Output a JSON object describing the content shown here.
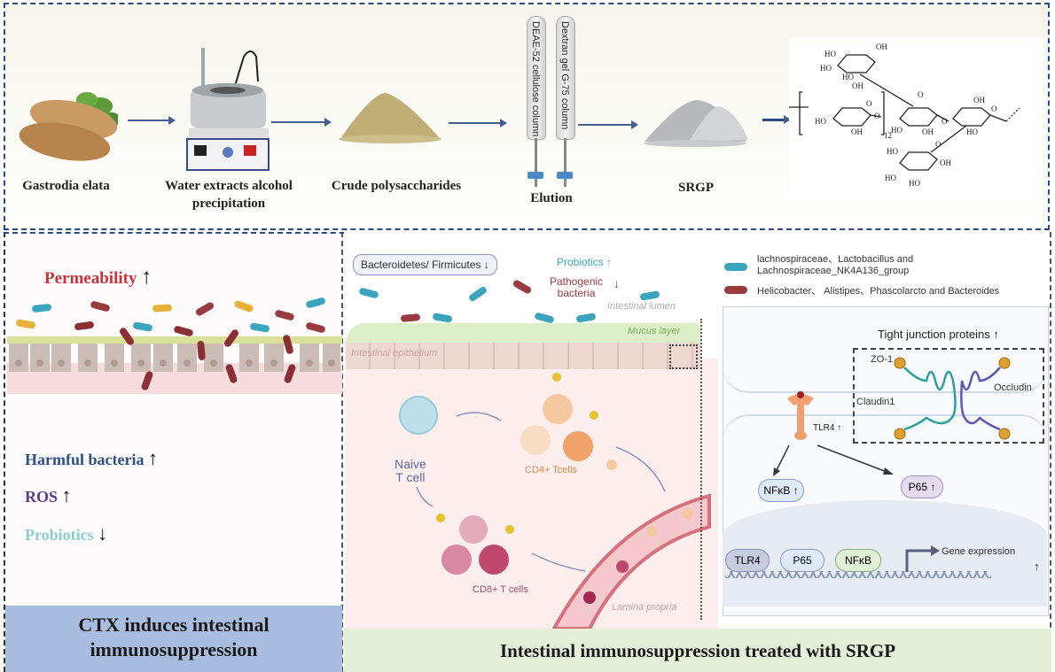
{
  "top_panel": {
    "steps": [
      {
        "label": "Gastrodia elata"
      },
      {
        "label": "Water extracts alcohol precipitation"
      },
      {
        "label": "Crude polysaccharides"
      },
      {
        "label": "Elution"
      },
      {
        "label": "SRGP"
      }
    ],
    "columns": [
      {
        "label": "DEAE-52 cellulose column"
      },
      {
        "label": "Dextran gel G-75 column"
      }
    ],
    "structure": {
      "labels": [
        "OH",
        "HO",
        "O",
        "OH",
        "HO",
        "OH",
        "O",
        "12",
        "HO",
        "OH",
        "O",
        "OH",
        "HO",
        "O",
        "HO",
        "OH",
        "HO",
        "HO",
        "HO",
        "OH",
        "O"
      ],
      "repeat_subscript": "12"
    }
  },
  "left_panel": {
    "permeability": {
      "label": "Permeability",
      "arrow": "↑"
    },
    "indicators": [
      {
        "label": "Harmful bacteria",
        "arrow": "↑",
        "color": "#2f4f8a"
      },
      {
        "label": "ROS",
        "arrow": "↑",
        "color": "#5a3d8a"
      },
      {
        "label": "Probiotics",
        "arrow": "↓",
        "color": "#8ccfcf"
      }
    ],
    "footer": {
      "line1": "CTX induces intestinal",
      "line2": "immunosuppression"
    }
  },
  "right_panel": {
    "ratio_badge": {
      "label": "Bacteroidetes/ Firmicutes",
      "arrow": "↓"
    },
    "probiotics": {
      "label": "Probiotics",
      "arrow": "↑"
    },
    "pathogenic": {
      "line1": "Pathogenic",
      "line2": "bacteria",
      "arrow": "↓"
    },
    "regions": {
      "lumen": "Intestinal lumen",
      "mucus": "Mucus layer",
      "epithelium": "Intestinal epithelium",
      "lamina": "Lamina propria"
    },
    "legend": [
      {
        "line1": "lachnospiraceae、Lactobacillus and",
        "line2": "Lachnospiraceae_NK4A136_group",
        "color": "#3ba5bd"
      },
      {
        "line1": "Helicobacter、 Alistipes、Phascolarcto and Bacteroides",
        "line2": "",
        "color": "#9a3b3f"
      }
    ],
    "cells": {
      "naive": {
        "line1": "Naive",
        "line2": "T cell"
      },
      "cd4": "CD4+ Tcells",
      "cd8": "CD8+ T cells"
    },
    "inset": {
      "title": "Tight junction proteins",
      "title_arrow": "↑",
      "zo1": "ZO-1",
      "claudin": "Claudin1",
      "occludin": "Occludin",
      "tlr4": "TLR4",
      "tlr4_arrow": "↑",
      "nfkb": "NFκB",
      "nfkb_arrow": "↑",
      "p65": "P65",
      "p65_arrow": "↑",
      "nucleus_pills": [
        "TLR4",
        "P65",
        "NFκB"
      ],
      "gene_expression": "Gene expression",
      "gene_arrow": "↑"
    },
    "footer": "Intestinal immunosuppression treated with SRGP"
  },
  "colors": {
    "border_blue": "#2c4a80",
    "permeability_red": "#c8323a",
    "probiotic_blue": "#3ba5bd",
    "pathogen_red": "#9a3b3f",
    "left_footer": "#a8bde0",
    "right_footer": "#e3efd9"
  }
}
